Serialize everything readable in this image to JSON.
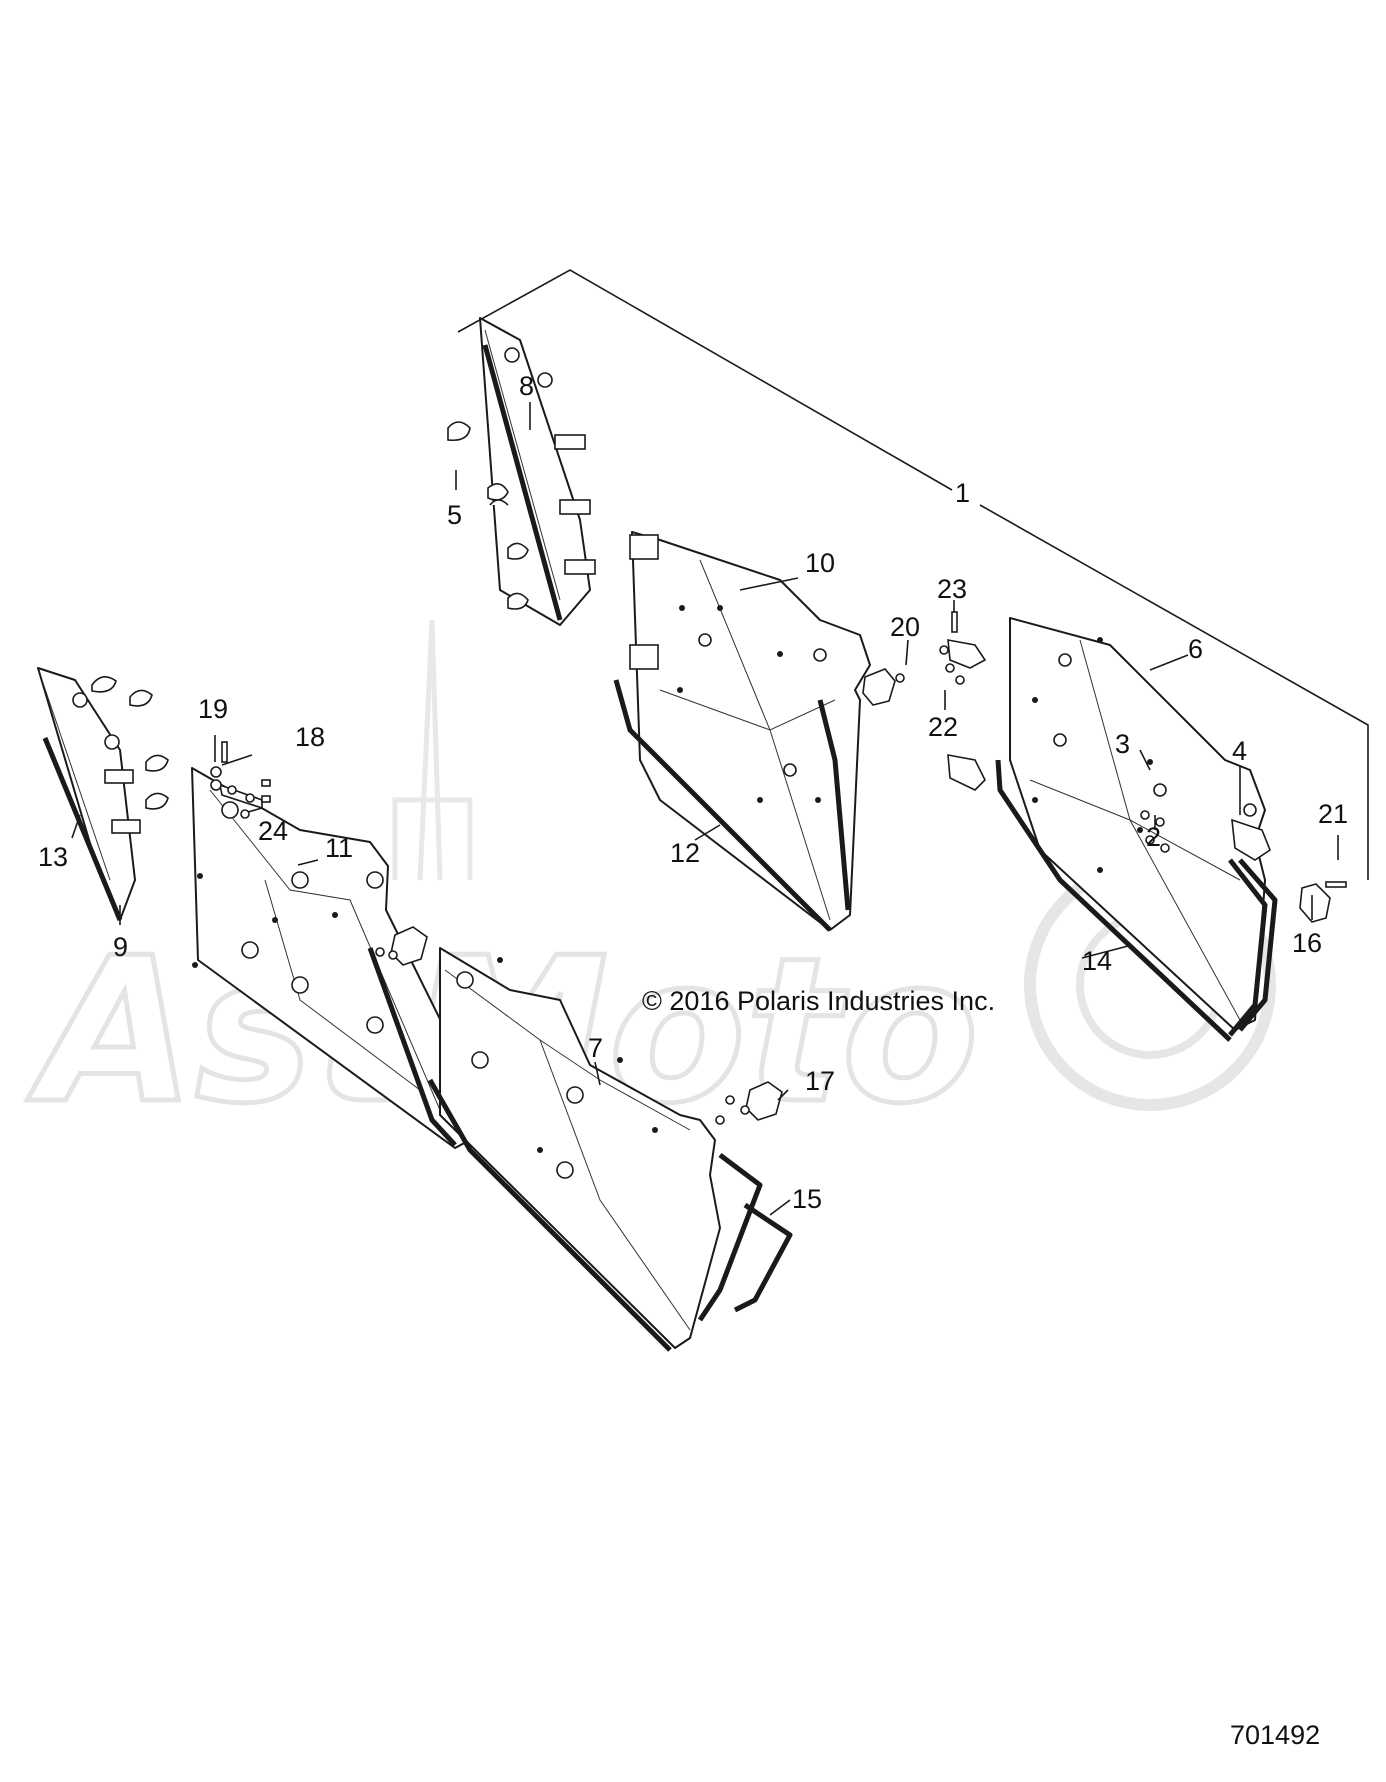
{
  "diagram": {
    "copyright": "© 2016 Polaris Industries Inc.",
    "part_number": "701492",
    "watermark_logo": "AstMoto",
    "callouts": {
      "c1": "1",
      "c2": "2",
      "c3": "3",
      "c4": "4",
      "c5": "5",
      "c6": "6",
      "c7": "7",
      "c8": "8",
      "c9": "9",
      "c10": "10",
      "c11": "11",
      "c12": "12",
      "c13": "13",
      "c14": "14",
      "c15": "15",
      "c16": "16",
      "c17": "17",
      "c18": "18",
      "c19": "19",
      "c20": "20",
      "c21": "21",
      "c22": "22",
      "c23": "23",
      "c24": "24"
    }
  }
}
